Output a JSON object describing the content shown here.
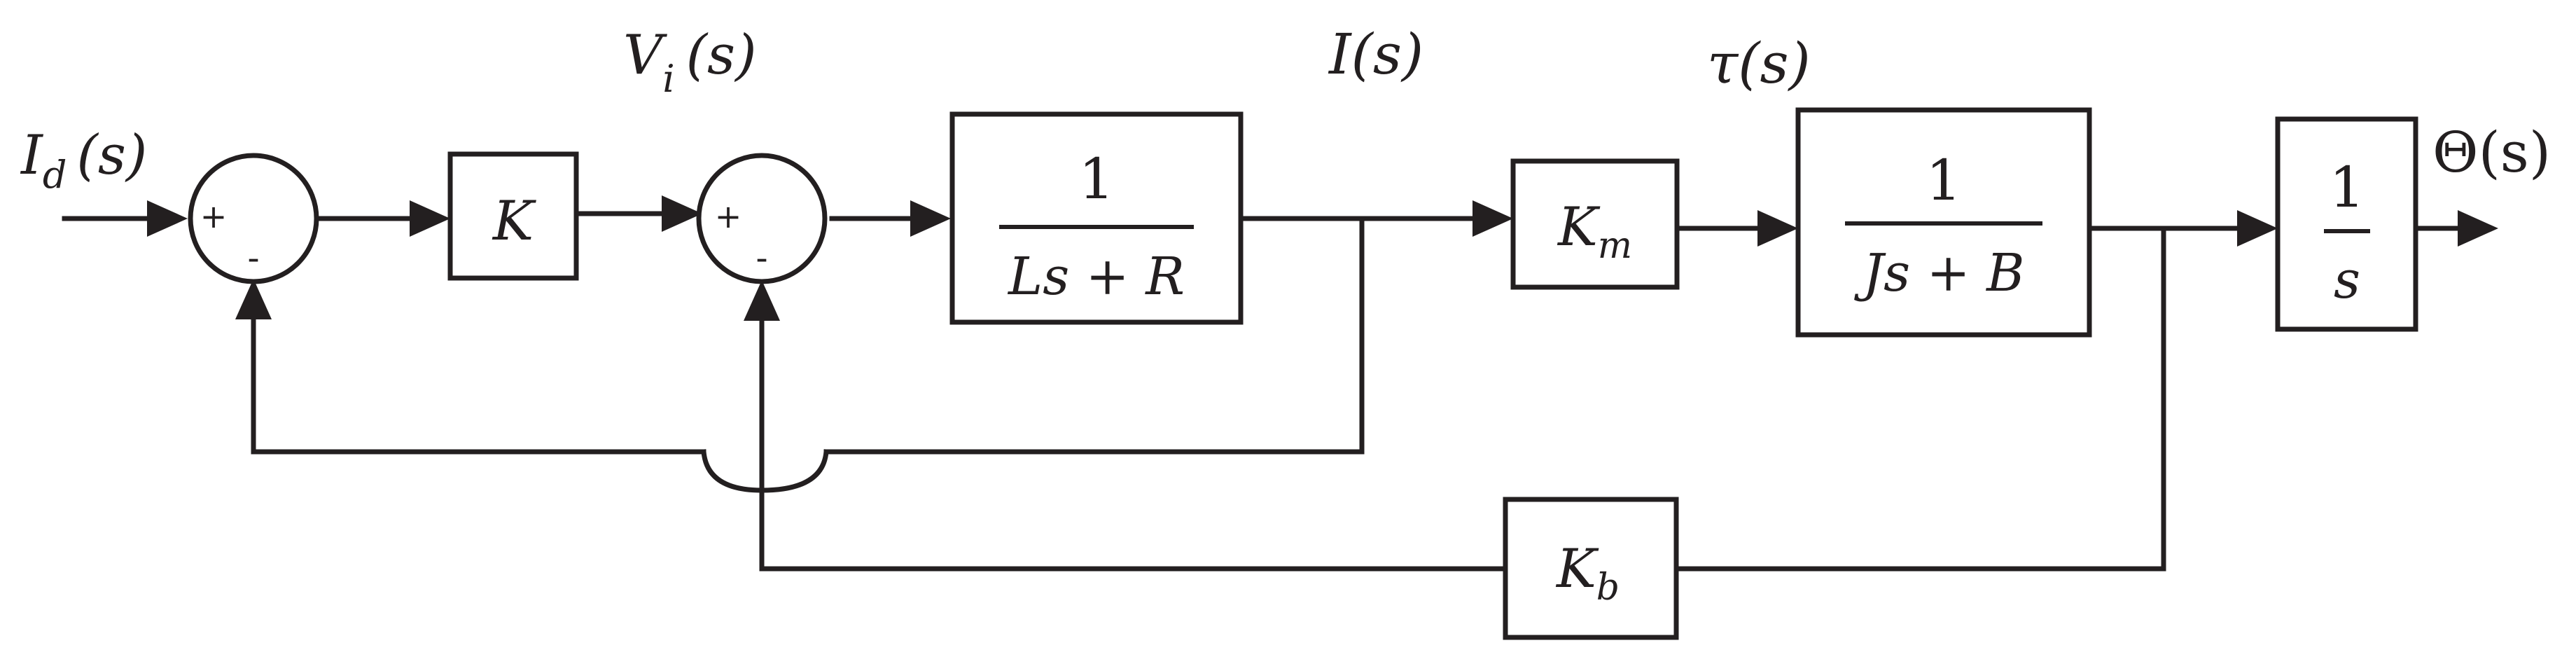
{
  "signals": {
    "id_main": "I",
    "id_sub": "d",
    "id_arg": "(s)",
    "vi_main": "V",
    "vi_sub": "i",
    "vi_arg": "(s)",
    "i": "I(s)",
    "tau": "τ(s)",
    "theta": "Θ(s)"
  },
  "blocks": {
    "k": "K",
    "electrical_num": "1",
    "electrical_den": "Ls + R",
    "km_main": "K",
    "km_sub": "m",
    "mechanical_num": "1",
    "mechanical_den": "Js + B",
    "integrator_num": "1",
    "integrator_den": "s",
    "kb_main": "K",
    "kb_sub": "b"
  },
  "junctions": {
    "plus": "+",
    "minus": "-"
  }
}
